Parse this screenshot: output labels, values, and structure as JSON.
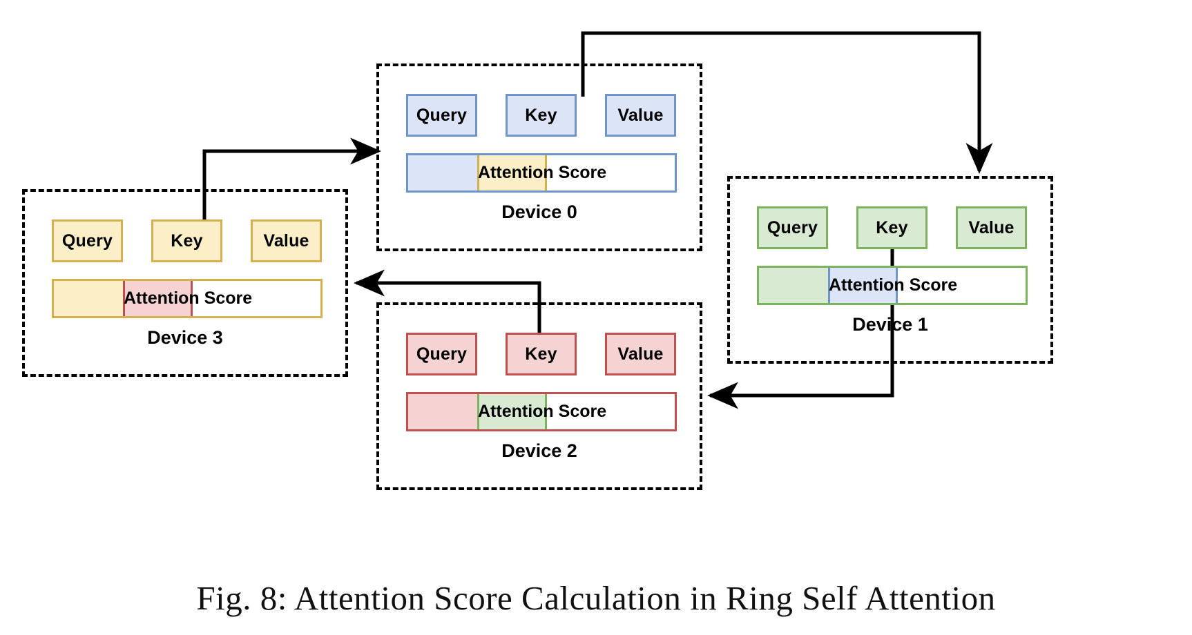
{
  "figure": {
    "caption": "Fig. 8: Attention Score Calculation in Ring Self Attention",
    "attention_label": "Attention Score"
  },
  "colors": {
    "blue_fill": "#dbe5f7",
    "blue_border": "#6f94c9",
    "green_fill": "#d9ead3",
    "green_border": "#7cb35f",
    "yellow_fill": "#fcefc7",
    "yellow_border": "#d6b04f",
    "red_fill": "#f6d3d3",
    "red_border": "#c0504d",
    "arrow": "#000000",
    "panel_border": "#000000"
  },
  "devices": [
    {
      "id": "device0",
      "label": "Device 0",
      "color": "blue",
      "boxes": [
        {
          "name": "query",
          "label": "Query"
        },
        {
          "name": "key",
          "label": "Key"
        },
        {
          "name": "value",
          "label": "Value"
        }
      ],
      "attention": {
        "label": "Attention Score",
        "own_color": "blue",
        "incoming_color": "yellow",
        "own_fraction": 0.26,
        "incoming_fraction": 0.26,
        "blank_fraction": 0.48
      }
    },
    {
      "id": "device1",
      "label": "Device 1",
      "color": "green",
      "boxes": [
        {
          "name": "query",
          "label": "Query"
        },
        {
          "name": "key",
          "label": "Key"
        },
        {
          "name": "value",
          "label": "Value"
        }
      ],
      "attention": {
        "label": "Attention Score",
        "own_color": "green",
        "incoming_color": "blue",
        "own_fraction": 0.26,
        "incoming_fraction": 0.26,
        "blank_fraction": 0.48
      }
    },
    {
      "id": "device2",
      "label": "Device 2",
      "color": "red",
      "boxes": [
        {
          "name": "query",
          "label": "Query"
        },
        {
          "name": "key",
          "label": "Key"
        },
        {
          "name": "value",
          "label": "Value"
        }
      ],
      "attention": {
        "label": "Attention Score",
        "own_color": "red",
        "incoming_color": "green",
        "own_fraction": 0.26,
        "incoming_fraction": 0.26,
        "blank_fraction": 0.48
      }
    },
    {
      "id": "device3",
      "label": "Device 3",
      "color": "yellow",
      "boxes": [
        {
          "name": "query",
          "label": "Query"
        },
        {
          "name": "key",
          "label": "Key"
        },
        {
          "name": "value",
          "label": "Value"
        }
      ],
      "attention": {
        "label": "Attention Score",
        "own_color": "yellow",
        "incoming_color": "red",
        "own_fraction": 0.26,
        "incoming_fraction": 0.26,
        "blank_fraction": 0.48
      }
    }
  ],
  "arrows": [
    {
      "name": "device0-key-to-device1",
      "from": "Device 0 Key",
      "to": "Device 1"
    },
    {
      "name": "device1-key-to-device2",
      "from": "Device 1 Key",
      "to": "Device 2"
    },
    {
      "name": "device2-key-to-device3",
      "from": "Device 2 Key",
      "to": "Device 3"
    },
    {
      "name": "device3-key-to-device0",
      "from": "Device 3 Key",
      "to": "Device 0"
    }
  ]
}
